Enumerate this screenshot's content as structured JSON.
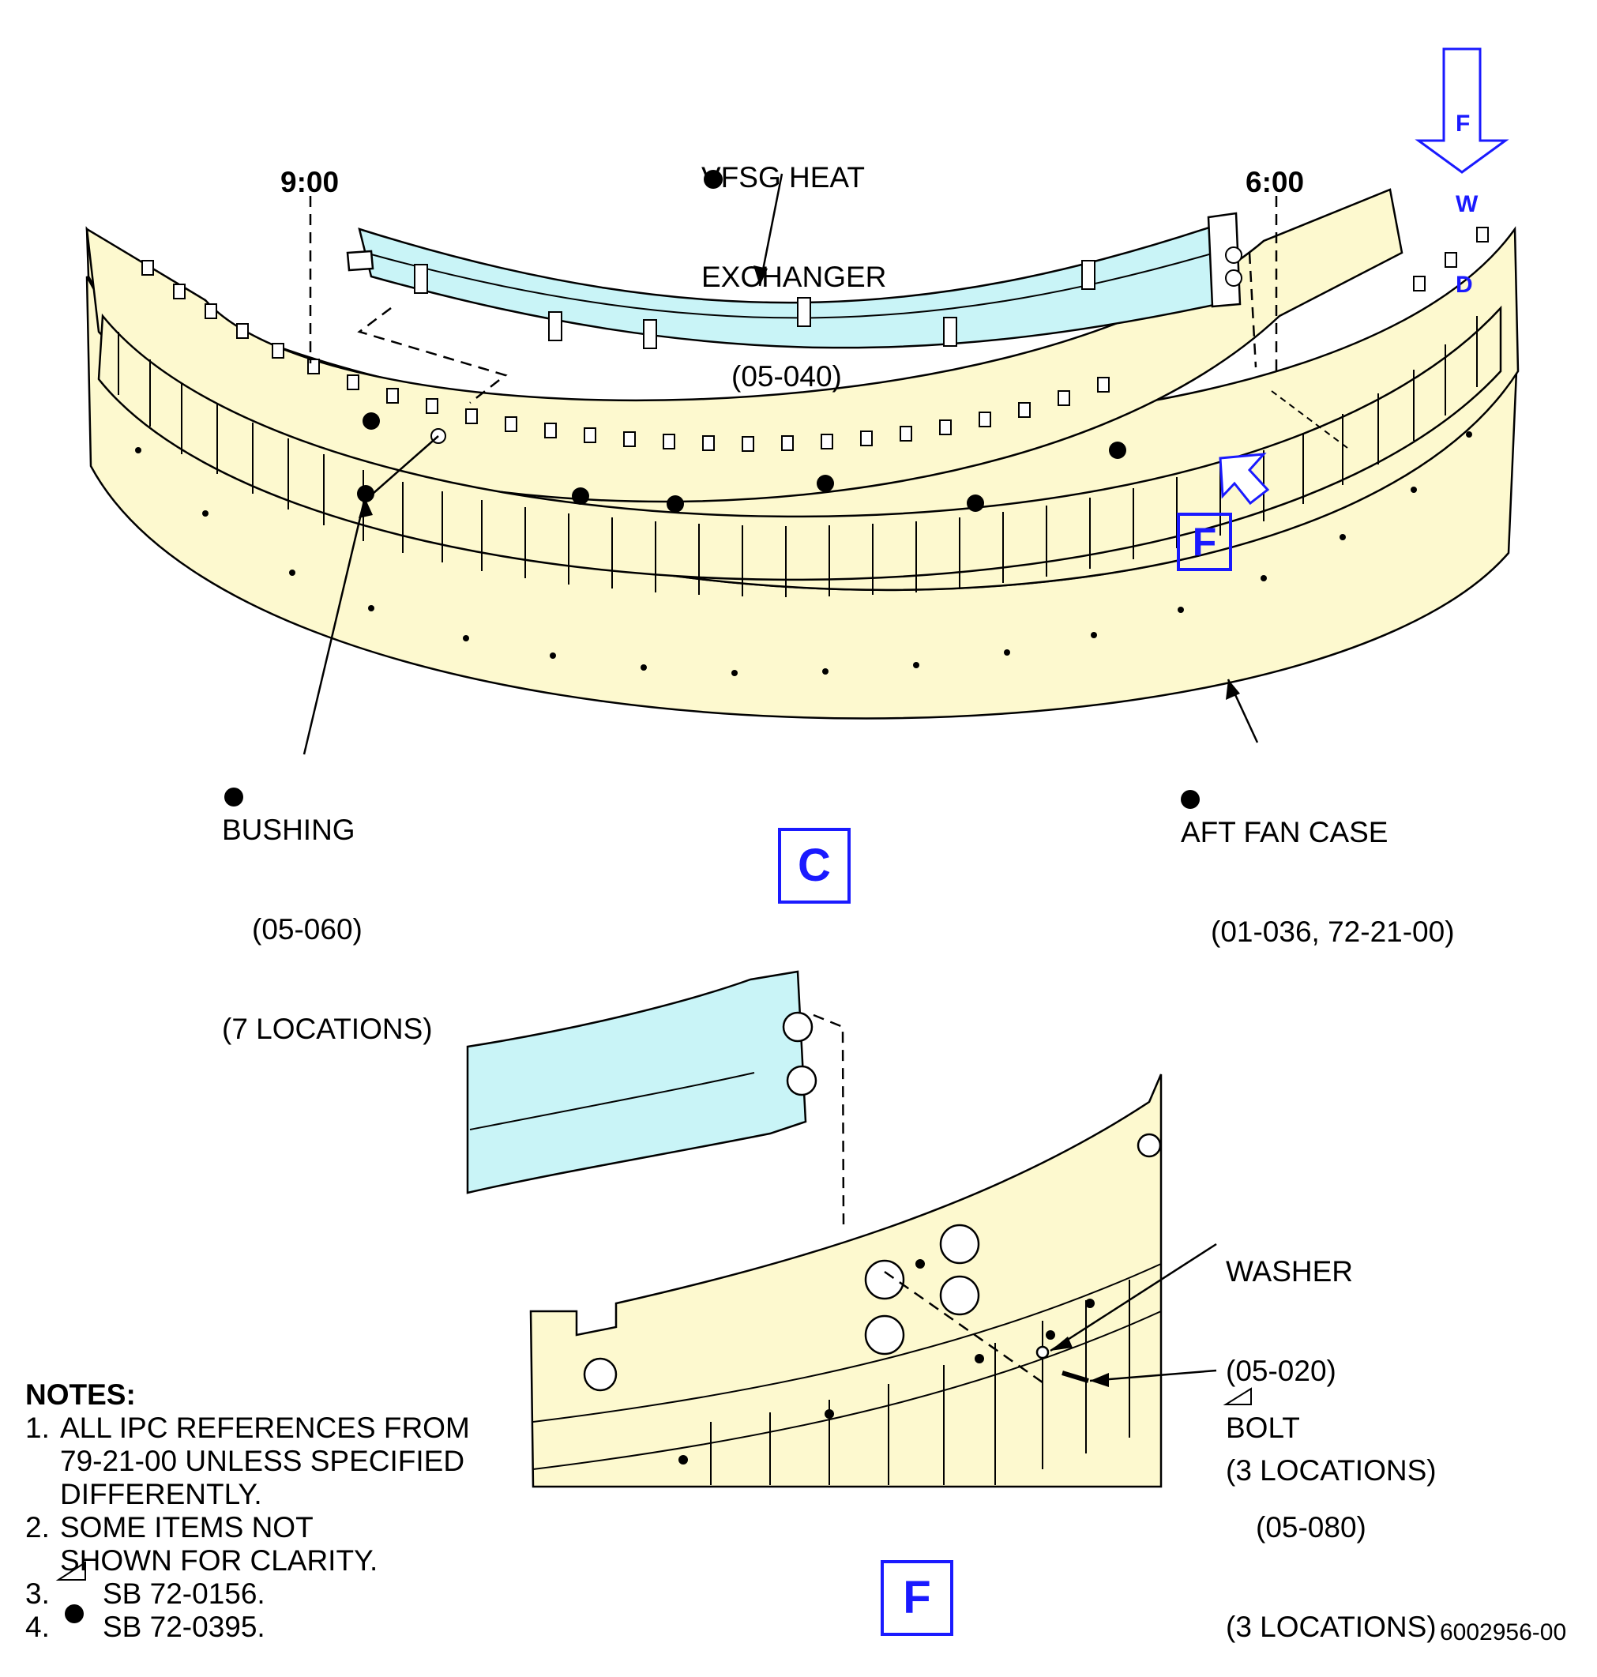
{
  "view_c": {
    "clock_left": "9:00",
    "clock_right": "6:00",
    "fwd_letters": [
      "F",
      "W",
      "D"
    ],
    "callouts": {
      "vfsg_heat_exchanger": {
        "name_1": "VFSG HEAT",
        "name_2": "EXCHANGER",
        "ref": "(05-040)",
        "symbol": "dot"
      },
      "bushing": {
        "name": "BUSHING",
        "ref": "(05-060)",
        "qty": "(7 LOCATIONS)",
        "symbol": "dot"
      },
      "aft_fan_case": {
        "name": "AFT FAN CASE",
        "ref": "(01-036, 72-21-00)",
        "symbol": "dot"
      }
    },
    "view_ref": "F",
    "view_label": "C"
  },
  "view_f": {
    "callouts": {
      "washer": {
        "name": "WASHER",
        "ref": "(05-020)",
        "qty": "(3 LOCATIONS)"
      },
      "bolt": {
        "name": "BOLT",
        "ref": "(05-080)",
        "qty": "(3 LOCATIONS)",
        "symbol": "triangle"
      }
    },
    "view_label": "F"
  },
  "notes": {
    "title": "NOTES:",
    "items": [
      {
        "num": "1.",
        "text": "ALL IPC REFERENCES FROM\n79-21-00 UNLESS SPECIFIED\nDIFFERENTLY."
      },
      {
        "num": "2.",
        "text": "SOME ITEMS NOT\nSHOWN FOR CLARITY."
      },
      {
        "num": "3.",
        "symbol": "triangle",
        "text": "SB 72-0156."
      },
      {
        "num": "4.",
        "symbol": "dot",
        "text": "SB 72-0395."
      }
    ]
  },
  "figure_number": "6002956-00",
  "colors": {
    "fan_case_fill": "#fdf9cf",
    "heat_exchanger_fill": "#c9f4f7",
    "view_marker": "#1a1aff",
    "line": "#000000"
  }
}
